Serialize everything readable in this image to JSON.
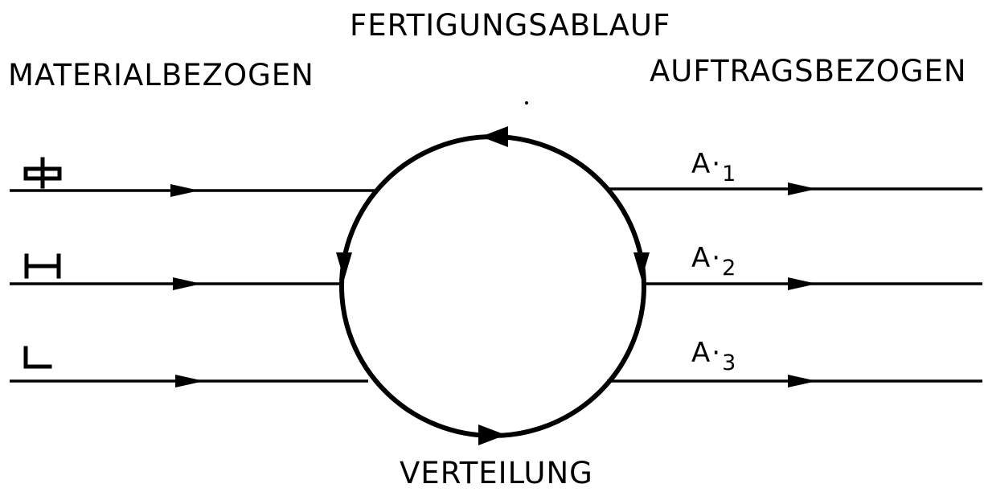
{
  "title": "FERTIGUNGSABLAUF",
  "left_heading": "MATERIALBEZOGEN",
  "right_heading": "AUFTRAGSBEZOGEN",
  "bottom_label": "VERTEILUNG",
  "material_inputs": [
    {
      "symbol": "beam-profile-icon"
    },
    {
      "symbol": "h-profile-icon"
    },
    {
      "symbol": "angle-profile-icon"
    }
  ],
  "orders": [
    {
      "letter": "A",
      "number": "1"
    },
    {
      "letter": "A",
      "number": "2"
    },
    {
      "letter": "A",
      "number": "3"
    }
  ]
}
